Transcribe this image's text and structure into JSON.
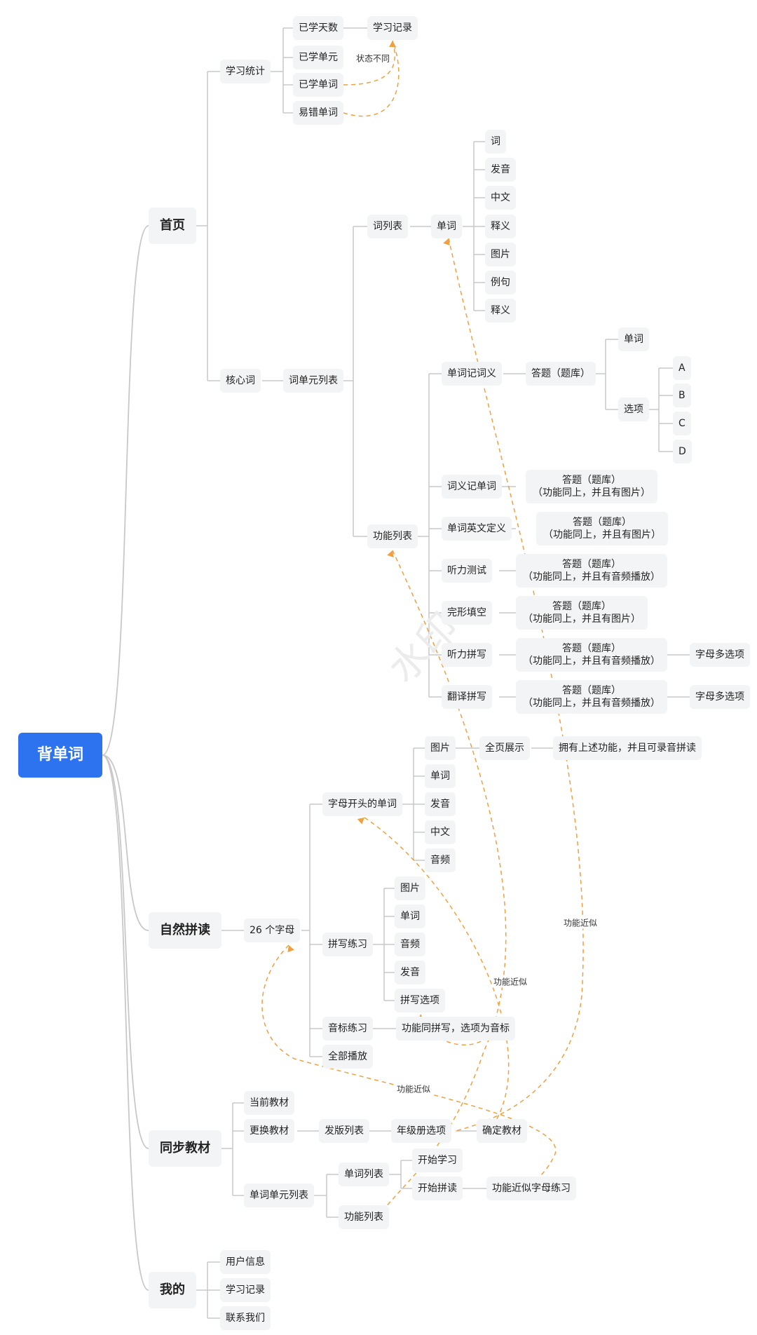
{
  "root": "背单词",
  "watermark": "水印",
  "home": {
    "label": "首页",
    "study_stats": {
      "label": "学习统计",
      "items": [
        "已学天数",
        "已学单元",
        "已学单词",
        "易错单词"
      ],
      "record": "学习记录",
      "state_note": "状态不同"
    },
    "core_words": {
      "label": "核心词",
      "unit_list": "词单元列表",
      "word_list": {
        "label": "词列表",
        "word": "单词",
        "fields": [
          "词",
          "发音",
          "中文",
          "释义",
          "图片",
          "例句",
          "释义"
        ]
      },
      "function_list": {
        "label": "功能列表",
        "functions": [
          {
            "name": "单词记词义",
            "detail": "答题（题库）"
          },
          {
            "name": "词义记单词",
            "detail": "答题（题库）\n（功能同上，并且有图片）"
          },
          {
            "name": "单词英文定义",
            "detail": "答题（题库）\n（功能同上，并且有图片）"
          },
          {
            "name": "听力测试",
            "detail": "答题（题库）\n（功能同上，并且有音频播放）"
          },
          {
            "name": "完形填空",
            "detail": "答题（题库）\n（功能同上，并且有图片）"
          },
          {
            "name": "听力拼写",
            "detail": "答题（题库）\n（功能同上，并且有音频播放）",
            "extra": "字母多选项"
          },
          {
            "name": "翻译拼写",
            "detail": "答题（题库）\n（功能同上，并且有音频播放）",
            "extra": "字母多选项"
          }
        ],
        "quiz_word": "单词",
        "quiz_options": "选项",
        "option_letters": [
          "A",
          "B",
          "C",
          "D"
        ]
      }
    }
  },
  "phonics": {
    "label": "自然拼读",
    "letters": "26 个字母",
    "letter_words": {
      "label": "字母开头的单词",
      "items": [
        "图片",
        "单词",
        "发音",
        "中文",
        "音频"
      ],
      "full_page": "全页展示",
      "full_page_detail": "拥有上述功能，并且可录音拼读"
    },
    "spelling": {
      "label": "拼写练习",
      "items": [
        "图片",
        "单词",
        "音频",
        "发音",
        "拼写选项"
      ]
    },
    "phonetic": {
      "label": "音标练习",
      "detail": "功能同拼写，选项为音标"
    },
    "play_all": "全部播放"
  },
  "textbook": {
    "label": "同步教材",
    "current": "当前教材",
    "change": "更换教材",
    "editions": "发版列表",
    "grades": "年级册选项",
    "confirm": "确定教材",
    "units": "单词单元列表",
    "word_list": "单词列表",
    "start_learning": "开始学习",
    "start_phonics": "开始拼读",
    "phonics_note": "功能近似字母练习",
    "function_list": "功能列表"
  },
  "mine": {
    "label": "我的",
    "items": [
      "用户信息",
      "学习记录",
      "联系我们"
    ]
  },
  "annotations": {
    "similar_1": "功能近似",
    "similar_2": "功能近似",
    "similar_3": "功能近似"
  },
  "colors": {
    "root": "#2d73f0",
    "node": "#f3f4f6",
    "line": "#c8c8c8",
    "dashed": "#f0a040"
  }
}
